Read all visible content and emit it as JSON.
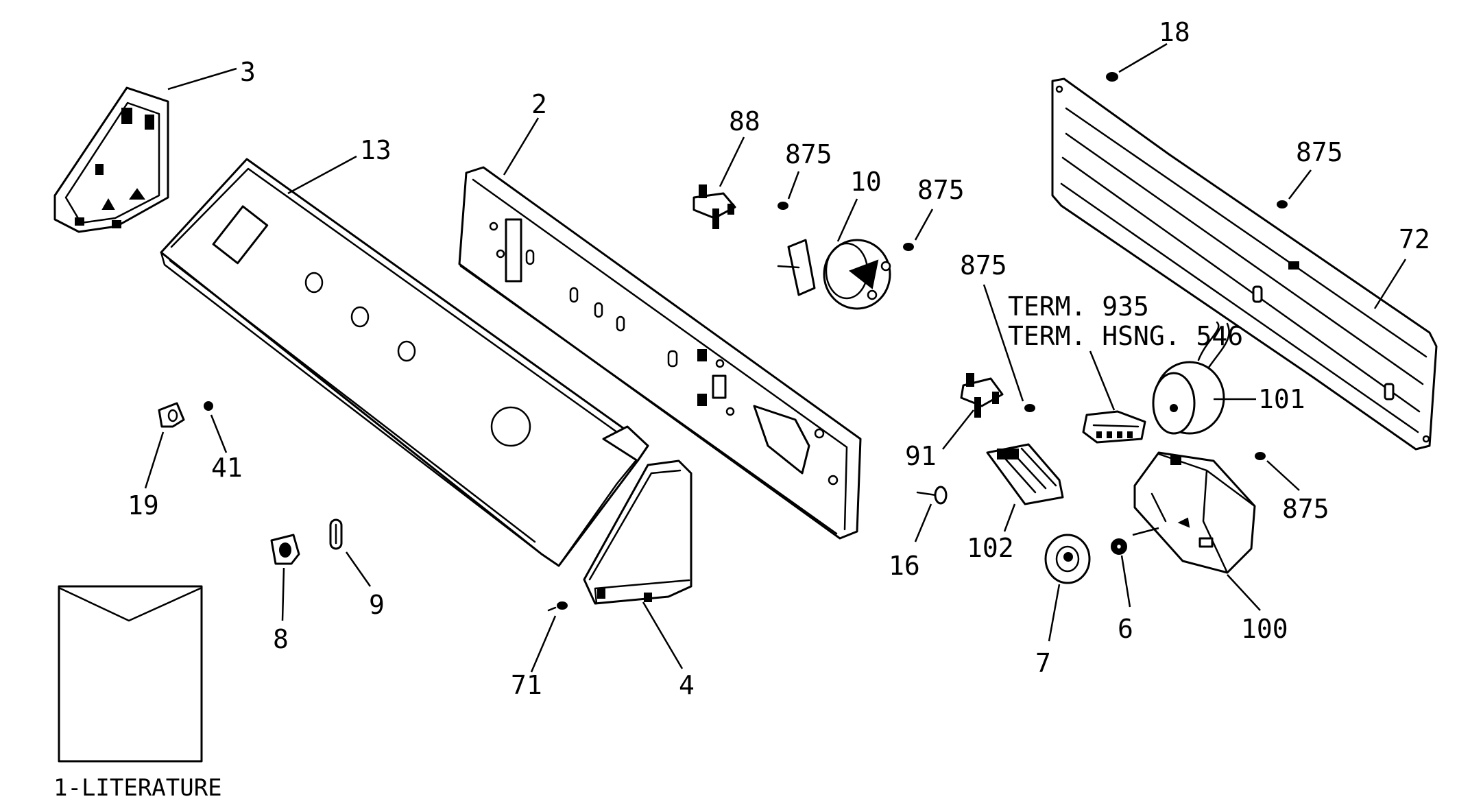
{
  "callouts": {
    "p1": "1-LITERATURE",
    "p2": "2",
    "p3": "3",
    "p4": "4",
    "p6": "6",
    "p7": "7",
    "p8": "8",
    "p9": "9",
    "p10": "10",
    "p13": "13",
    "p16": "16",
    "p18": "18",
    "p19": "19",
    "p41": "41",
    "p71": "71",
    "p72": "72",
    "p88": "88",
    "p91": "91",
    "p100": "100",
    "p101": "101",
    "p102": "102",
    "p875_a": "875",
    "p875_b": "875",
    "p875_c": "875",
    "p875_d": "875",
    "p875_e": "875",
    "term935": "TERM. 935",
    "termhsng546": "TERM. HSNG. 546"
  }
}
